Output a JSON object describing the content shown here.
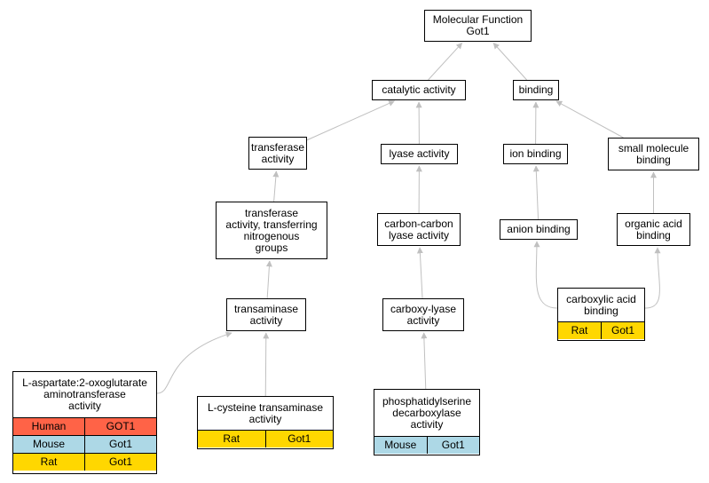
{
  "nodes": {
    "root": "Molecular Function\nGot1",
    "catalytic": "catalytic activity",
    "binding": "binding",
    "transferase": "transferase\nactivity",
    "lyase": "lyase activity",
    "ion_binding": "ion binding",
    "small_molecule": "small molecule\nbinding",
    "transferase_nitrogen": "transferase\nactivity, transferring\nnitrogenous\ngroups",
    "carbon_carbon": "carbon-carbon\nlyase activity",
    "anion_binding": "anion binding",
    "organic_acid": "organic acid\nbinding",
    "transaminase": "transaminase\nactivity",
    "carboxy_lyase": "carboxy-lyase\nactivity",
    "carboxylic_acid": "carboxylic acid\nbinding",
    "aspartate": "L-aspartate:2-oxoglutarate\naminotransferase\nactivity",
    "cysteine": "L-cysteine transaminase\nactivity",
    "phosphatidylserine": "phosphatidylserine\ndecarboxylase\nactivity"
  },
  "annotations": {
    "carboxylic_acid": [
      {
        "species": "Rat",
        "gene": "Got1"
      }
    ],
    "aspartate": [
      {
        "species": "Human",
        "gene": "GOT1"
      },
      {
        "species": "Mouse",
        "gene": "Got1"
      },
      {
        "species": "Rat",
        "gene": "Got1"
      }
    ],
    "cysteine": [
      {
        "species": "Rat",
        "gene": "Got1"
      }
    ],
    "phosphatidylserine": [
      {
        "species": "Mouse",
        "gene": "Got1"
      }
    ]
  },
  "edges": [
    [
      "catalytic",
      "root"
    ],
    [
      "binding",
      "root"
    ],
    [
      "transferase",
      "catalytic"
    ],
    [
      "lyase",
      "catalytic"
    ],
    [
      "ion_binding",
      "binding"
    ],
    [
      "small_molecule",
      "binding"
    ],
    [
      "transferase_nitrogen",
      "transferase"
    ],
    [
      "carbon_carbon",
      "lyase"
    ],
    [
      "anion_binding",
      "ion_binding"
    ],
    [
      "organic_acid",
      "small_molecule"
    ],
    [
      "transaminase",
      "transferase_nitrogen"
    ],
    [
      "carboxy_lyase",
      "carbon_carbon"
    ],
    [
      "carboxylic_acid",
      "anion_binding"
    ],
    [
      "carboxylic_acid",
      "organic_acid"
    ],
    [
      "aspartate",
      "transaminase"
    ],
    [
      "cysteine",
      "transaminase"
    ],
    [
      "phosphatidylserine",
      "carboxy_lyase"
    ]
  ],
  "colors": {
    "edge": "#c0c0c0",
    "human": "#ff6347",
    "mouse": "#add8e6",
    "rat": "#ffd700"
  }
}
